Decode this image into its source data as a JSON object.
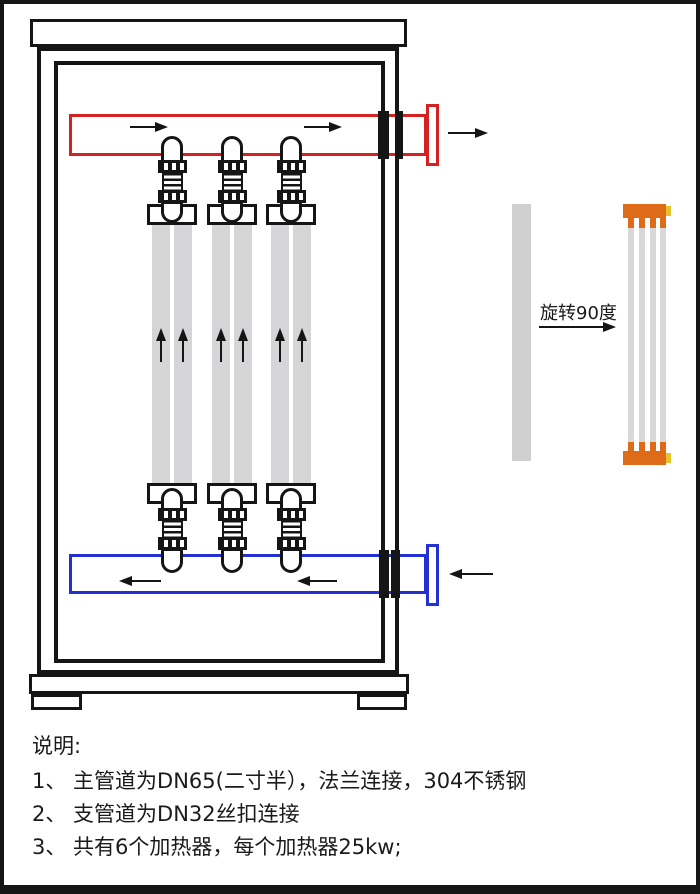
{
  "diagram": {
    "rotate_label": "旋转90度"
  },
  "notes": {
    "title": "说明:",
    "items": [
      "1、 主管道为DN65(二寸半），法兰连接，304不锈钢",
      "2、 支管道为DN32丝扣连接",
      "3、 共有6个加热器，每个加热器25kw;"
    ]
  },
  "colors": {
    "pipe_red": "#d42222",
    "pipe_blue": "#2330d4",
    "tube_gray": "#d5d5d8",
    "header_orange": "#dd6b17",
    "tab_yellow": "#e6c32a",
    "line_black": "#151515"
  }
}
